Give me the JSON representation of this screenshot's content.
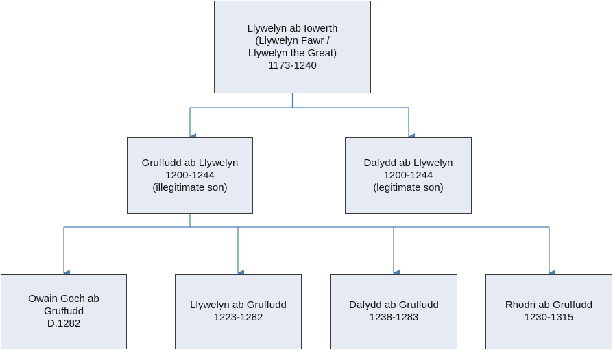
{
  "tree": {
    "root": {
      "lines": [
        "Llywelyn ab Iowerth",
        "(Llywelyn Fawr /",
        "Llywelyn the Great)",
        "1173-1240"
      ]
    },
    "generation2": [
      {
        "lines": [
          "Gruffudd ab Llywelyn",
          "1200-1244",
          "(illegitimate son)"
        ]
      },
      {
        "lines": [
          "Dafydd ab Llywelyn",
          "1200-1244",
          "(legitimate son)"
        ]
      }
    ],
    "generation3": [
      {
        "lines": [
          "Owain Goch ab",
          "Gruffudd",
          "D.1282"
        ]
      },
      {
        "lines": [
          "Llywelyn ab Gruffudd",
          "1223-1282"
        ]
      },
      {
        "lines": [
          "Dafydd ab Gruffudd",
          "1238-1283"
        ]
      },
      {
        "lines": [
          "Rhodri ab Gruffudd",
          "1230-1315"
        ]
      }
    ]
  },
  "colors": {
    "box_fill": "#e6ebf3",
    "box_border": "#3a3a3a",
    "connector": "#4a7ebb"
  }
}
